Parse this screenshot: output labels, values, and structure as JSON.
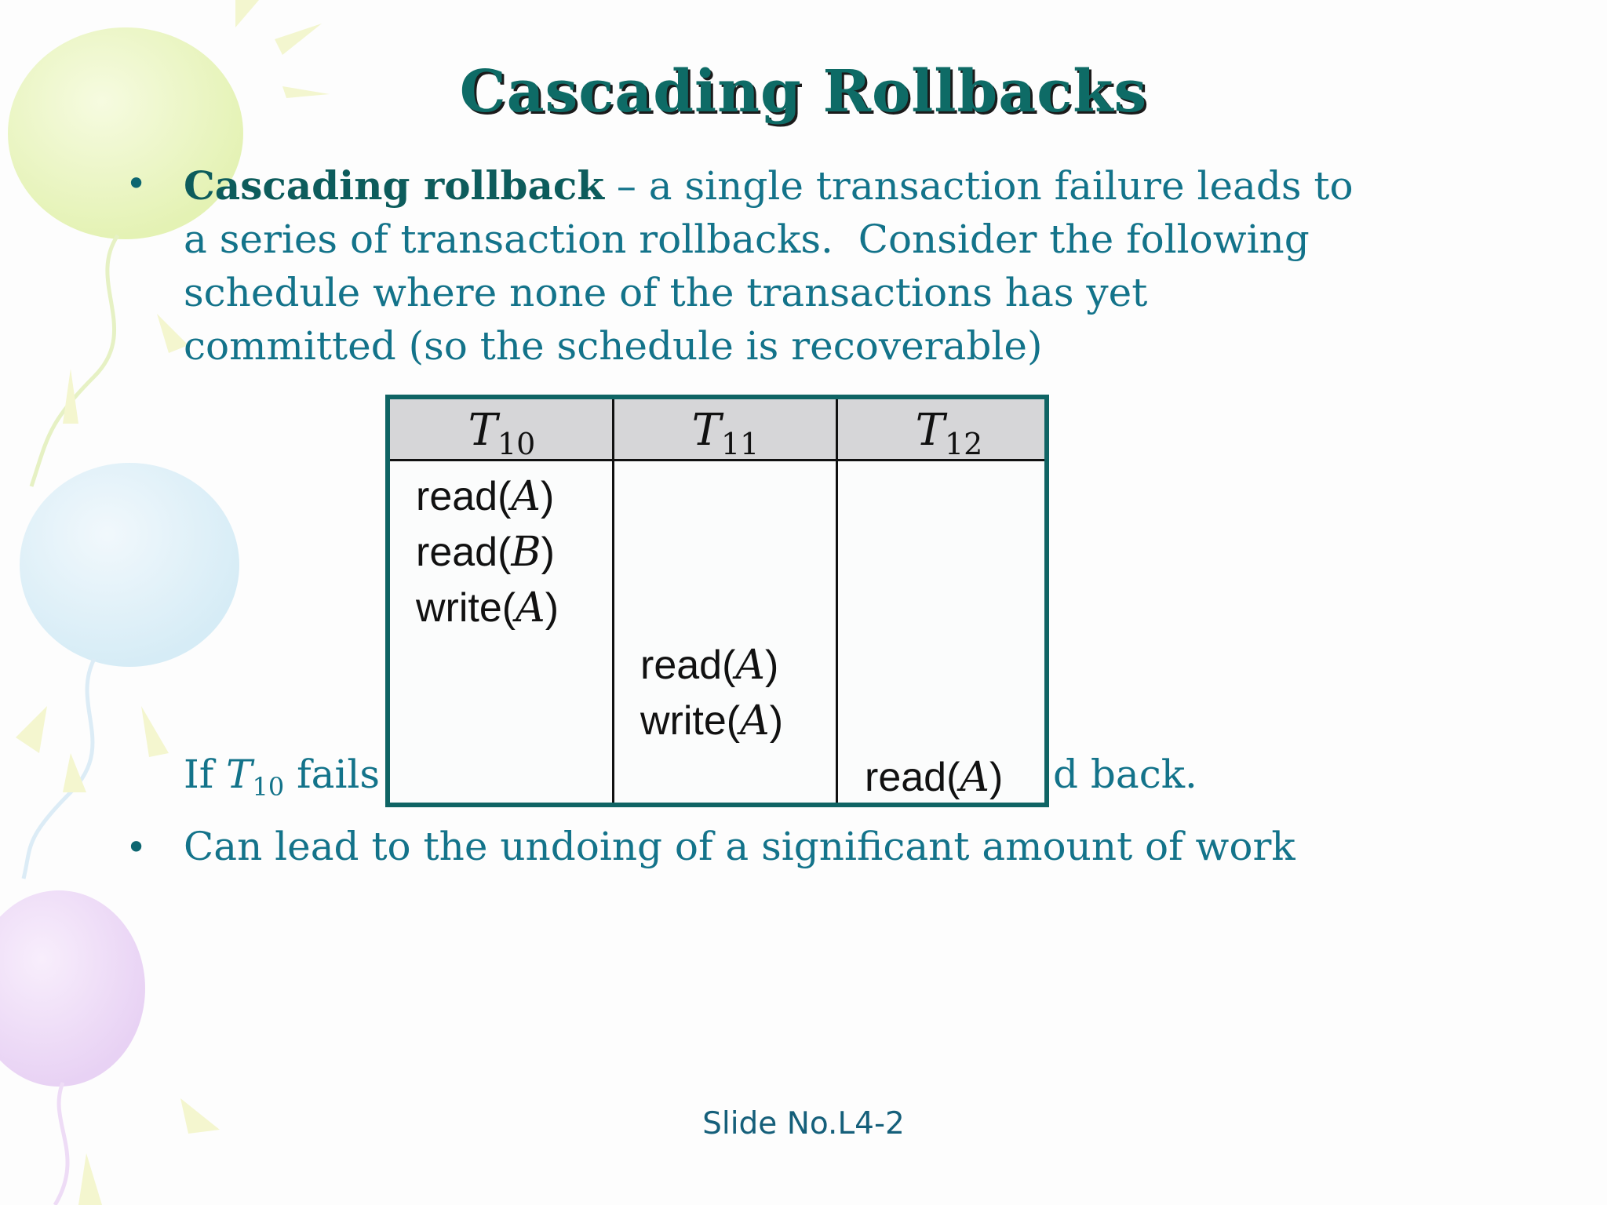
{
  "slide": {
    "title": "Cascading Rollbacks",
    "bullet_symbol": "•",
    "bullet1": {
      "term": "Cascading rollback",
      "line1_rest": " – a single transaction failure leads to",
      "line2": "a series of transaction rollbacks.  Consider the following",
      "line3": "schedule where none of the transactions has yet",
      "line4": "committed (so the schedule is recoverable)"
    },
    "if_line": {
      "lead": "If ",
      "var": "T",
      "sub": "10",
      "visible_left": " fails",
      "visible_right": "d back."
    },
    "bullet2": "Can lead to the undoing of a significant amount of work",
    "footer": "Slide No.L4-2"
  },
  "schedule_table": {
    "columns": [
      {
        "var": "T",
        "sub": "10"
      },
      {
        "var": "T",
        "sub": "11"
      },
      {
        "var": "T",
        "sub": "12"
      }
    ],
    "operations": [
      {
        "column": "T10",
        "op": "read",
        "item": "A"
      },
      {
        "column": "T10",
        "op": "read",
        "item": "B"
      },
      {
        "column": "T10",
        "op": "write",
        "item": "A"
      },
      {
        "column": "T11",
        "op": "read",
        "item": "A"
      },
      {
        "column": "T11",
        "op": "write",
        "item": "A"
      },
      {
        "column": "T12",
        "op": "read",
        "item": "A"
      }
    ]
  },
  "colors": {
    "title": "#0e6b66",
    "body_text": "#13738a",
    "table_border": "#0f6464",
    "table_header_bg": "#d6d6d8"
  }
}
